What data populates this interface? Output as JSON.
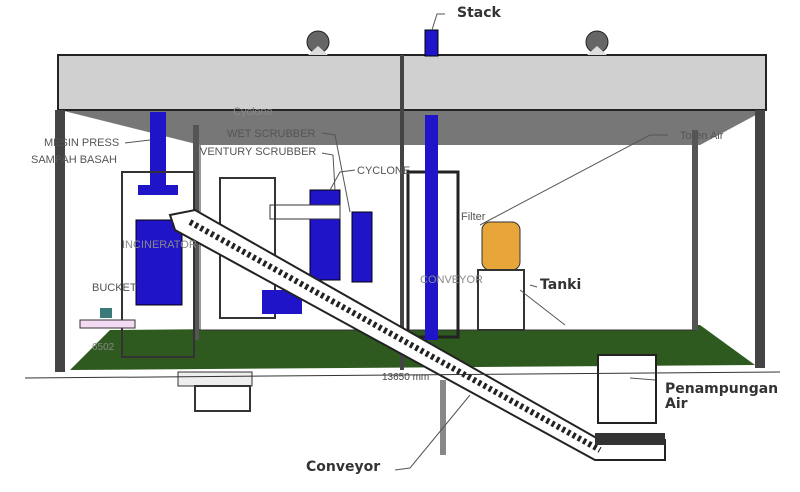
{
  "diagram": {
    "subject": "Incinerator plant layout with conveyor",
    "colors": {
      "equipment": "#1f14c8",
      "roof": "#d0d0d0",
      "frame": "#555555",
      "floor": "#2f5a1f",
      "tank": "#e8a63a",
      "label_text": "#333333",
      "annotation_text": "#555555"
    },
    "callouts": {
      "stack": "Stack",
      "tanki": "Tanki",
      "penampungan_air_line1": "Penampungan",
      "penampungan_air_line2": "Air",
      "conveyor": "Conveyor"
    },
    "annotations": {
      "cyclone_top": "Cyclone",
      "wet_scrubber": "WET SCRUBBER",
      "venturi_scrubber": "VENTURY SCRUBBER",
      "cyclone": "CYCLONE",
      "mesin_press_line1": "MESIN PRESS",
      "mesin_press_line2": "SAMPAH BASAH",
      "incinerator": "INCINERATOR",
      "bucket": "BUCKET",
      "filter": "Filter",
      "conveyor_inner": "CONVEYOR",
      "toren_air": "Toren Air",
      "dim_left": "6502",
      "dim_width": "13650 mm"
    }
  }
}
